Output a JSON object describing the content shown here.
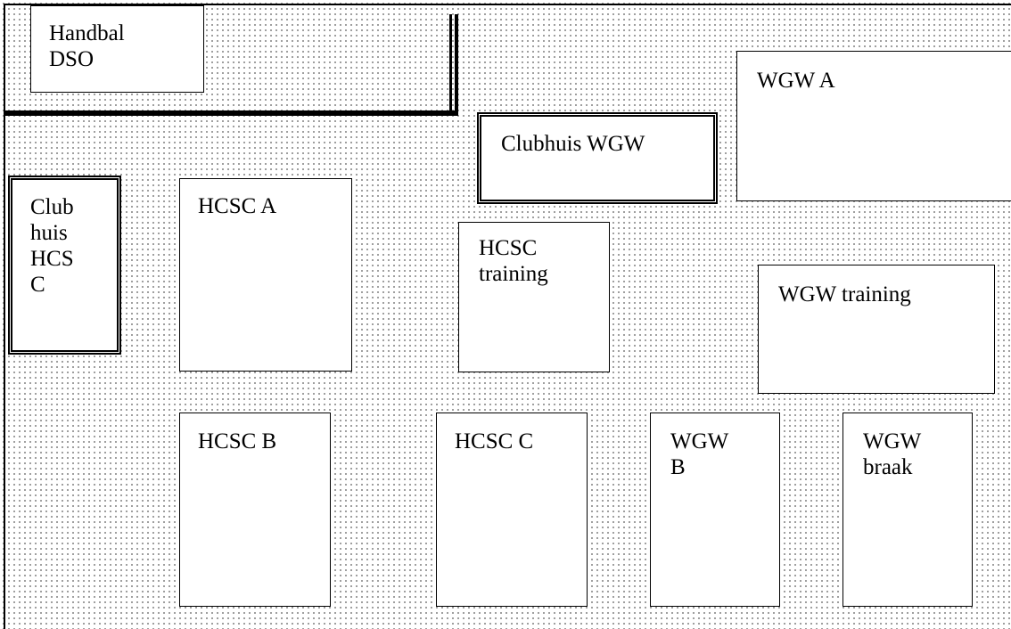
{
  "fields": {
    "handbal_dso": "Handbal\nDSO",
    "wgw_a": "WGW A",
    "clubhuis_wgw": "Clubhuis WGW",
    "clubhuis_hcsc": "Club\nhuis\nHCS\nC",
    "hcsc_a": "HCSC A",
    "hcsc_training": "HCSC\ntraining",
    "wgw_training": "WGW training",
    "hcsc_b": "HCSC B",
    "hcsc_c": "HCSC C",
    "wgw_b": "WGW\nB",
    "wgw_braak": "WGW\nbraak"
  }
}
